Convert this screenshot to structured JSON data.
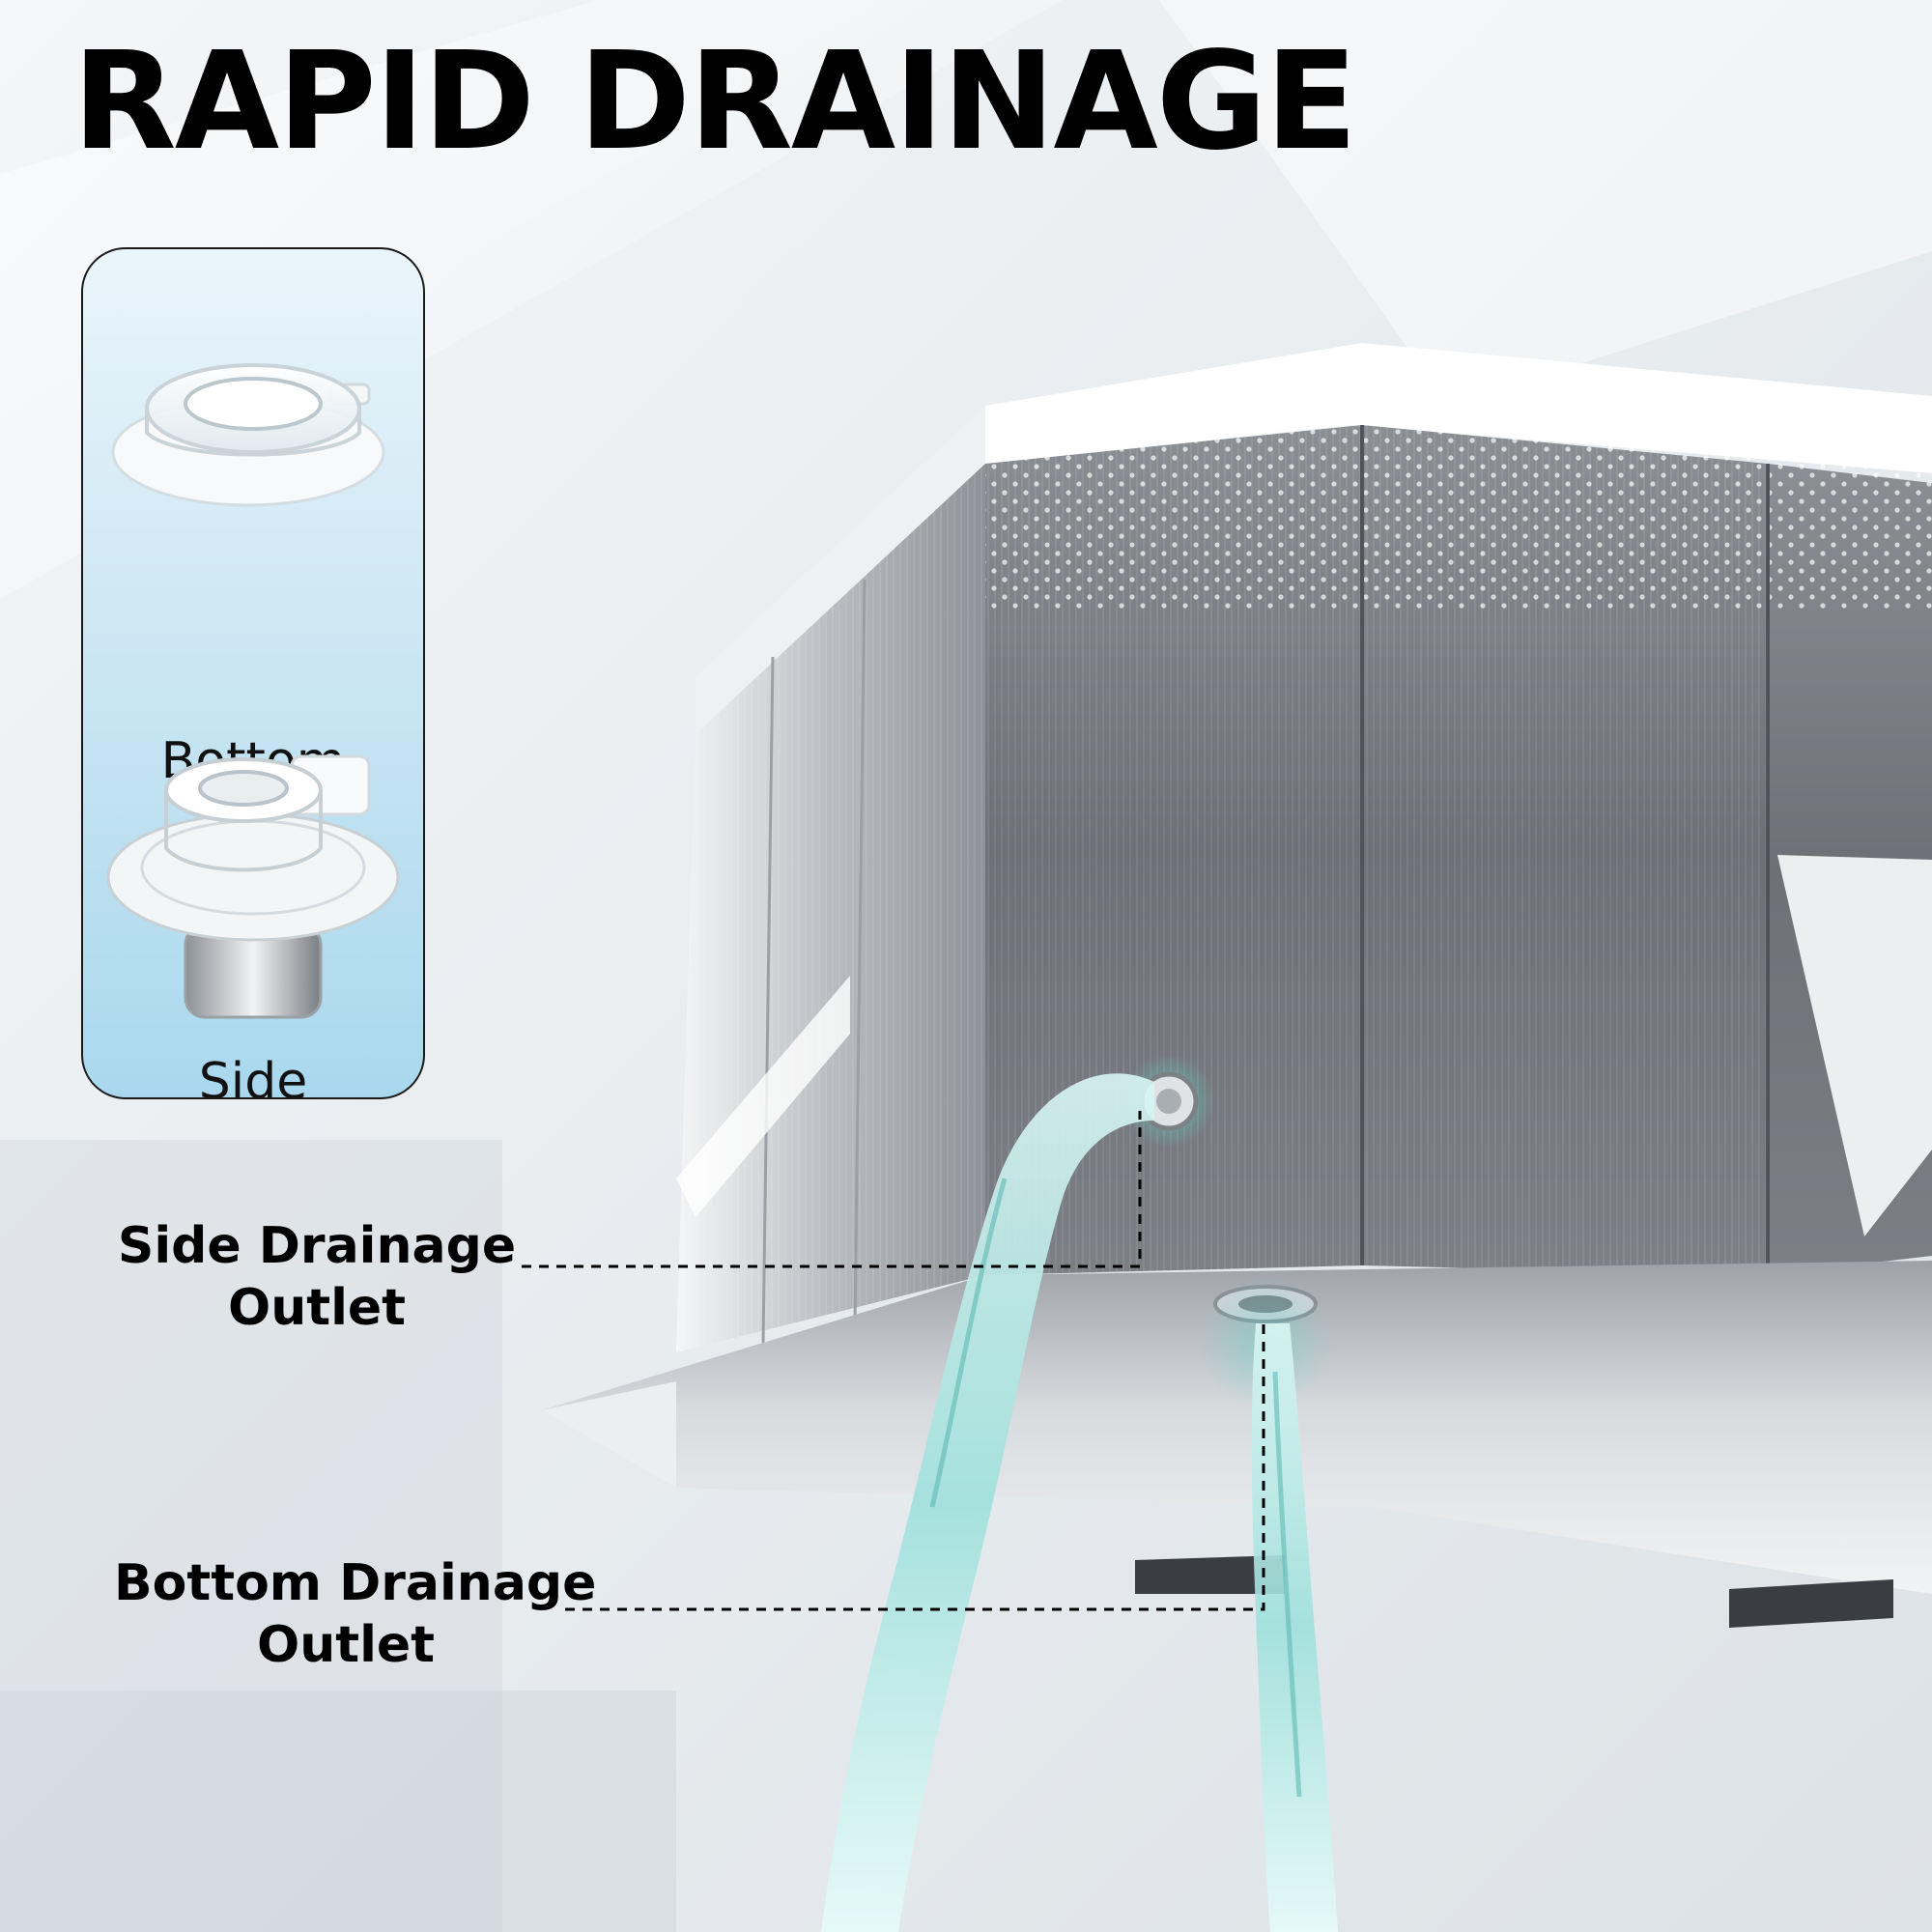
{
  "headline": "RAPID DRAINAGE",
  "inset_card": {
    "items": [
      {
        "label": "Bottom",
        "icon": "bottom-drain-icon"
      },
      {
        "label": "Side",
        "icon": "side-drain-icon"
      }
    ]
  },
  "callouts": {
    "side_outlet": {
      "line1": "Side Drainage",
      "line2": "Outlet"
    },
    "bottom_outlet": {
      "line1": "Bottom Drainage",
      "line2": "Outlet"
    }
  },
  "colors": {
    "text": "#000000",
    "card_top": "#eaf5fb",
    "card_bottom": "#a9d8ee",
    "hood_steel": "#6f7378",
    "water": "#8fd9d6"
  }
}
